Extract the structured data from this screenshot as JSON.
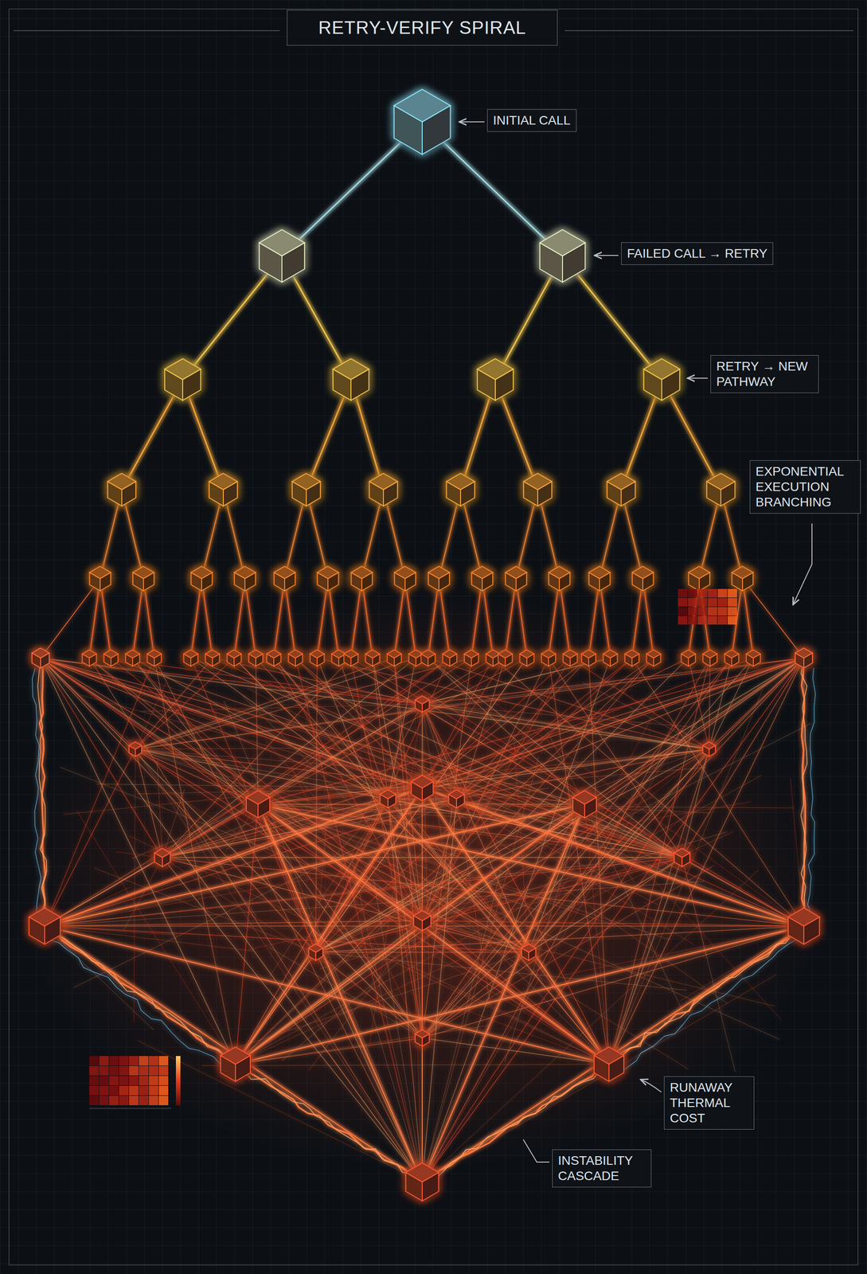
{
  "diagram": {
    "title": "RETRY-VERIFY SPIRAL",
    "nodes": [
      {
        "text": [
          "INITIAL CALL"
        ]
      },
      {
        "text": [
          "FAILED CALL → RETRY"
        ]
      },
      {
        "text": [
          "RETRY → NEW PATHWAY"
        ]
      },
      {
        "text": [
          "EXPONENTIAL EXECUTION BRANCHING"
        ]
      },
      {
        "text": [
          "RUNAWAY THERMAL COST"
        ]
      },
      {
        "text": [
          "INSTABILITY CASCADE"
        ]
      }
    ]
  }
}
